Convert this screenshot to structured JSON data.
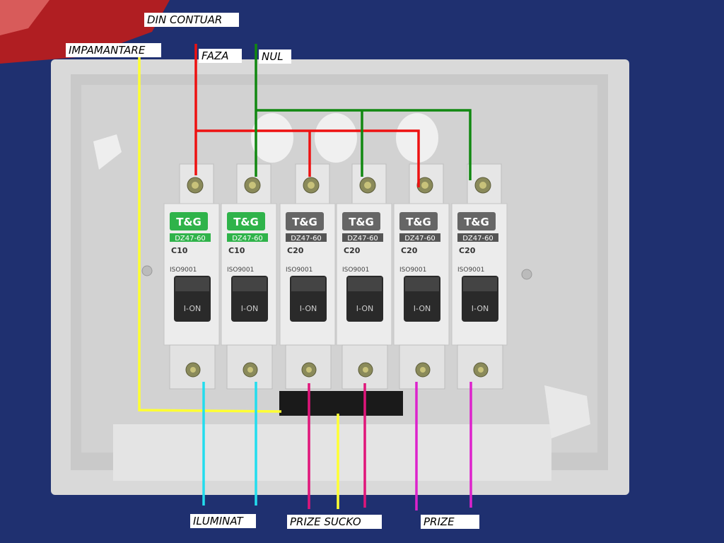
{
  "labels": {
    "din_contuar": "DIN CONTUAR",
    "impamantare": "IMPAMANTARE",
    "faza": "FAZA",
    "nul": "NUL",
    "iluminat": "ILUMINAT",
    "prize_sucko": "PRIZE SUCKO",
    "prize": "PRIZE"
  },
  "breakers": [
    {
      "brand": "T&G",
      "model": "DZ47-60",
      "rating": "C10",
      "switch": "I-ON",
      "cert": "ISO9001",
      "brand_color": "#2fb34a"
    },
    {
      "brand": "T&G",
      "model": "DZ47-60",
      "rating": "C10",
      "switch": "I-ON",
      "cert": "ISO9001",
      "brand_color": "#2fb34a"
    },
    {
      "brand": "T&G",
      "model": "DZ47-60",
      "rating": "C20",
      "switch": "I-ON",
      "cert": "ISO9001",
      "brand_color": "#666666"
    },
    {
      "brand": "T&G",
      "model": "DZ47-60",
      "rating": "C20",
      "switch": "I-ON",
      "cert": "ISO9001",
      "brand_color": "#666666"
    },
    {
      "brand": "T&G",
      "model": "DZ47-60",
      "rating": "C20",
      "switch": "I-ON",
      "cert": "ISO9001",
      "brand_color": "#666666"
    },
    {
      "brand": "T&G",
      "model": "DZ47-60",
      "rating": "C20",
      "switch": "I-ON",
      "cert": "ISO9001",
      "brand_color": "#666666"
    }
  ],
  "wire_colors": {
    "earth": "#ffff33",
    "phase": "#ee1111",
    "neutral": "#118811",
    "lighting": "#22ddee",
    "sockets_sucko": "#e0157a",
    "sockets": "#dd22cc"
  }
}
